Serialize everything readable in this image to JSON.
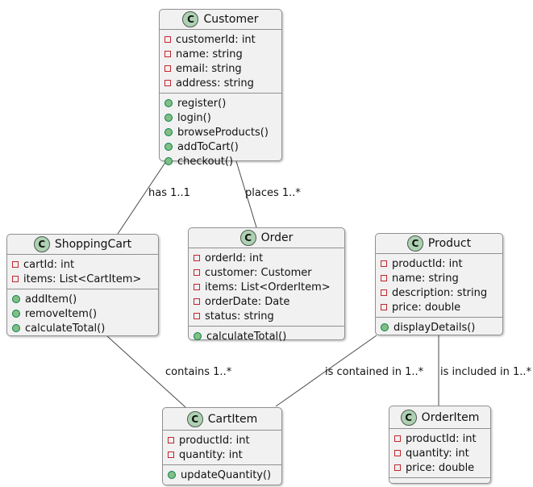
{
  "diagram": {
    "type": "uml-class-diagram",
    "background": "#ffffff",
    "colors": {
      "box_fill": "#f1f1f2",
      "box_border": "#8f8f8f",
      "class_badge_fill": "#add1b2",
      "class_badge_border": "#4d5a4d",
      "field_icon_color": "#c0262c",
      "method_icon_fill": "#84be84",
      "method_icon_border": "#038048",
      "edge_color": "#4a4a4a",
      "text_color": "#121212"
    },
    "icons": {
      "class_icon": "letter-C-in-green-circle",
      "field_icon": "red-outlined-square",
      "method_icon": "green-filled-circle"
    },
    "classes": [
      {
        "badge": "C",
        "name": "Customer",
        "attributes": [
          "customerId: int",
          "name: string",
          "email: string",
          "address: string"
        ],
        "methods": [
          "register()",
          "login()",
          "browseProducts()",
          "addToCart()",
          "checkout()"
        ]
      },
      {
        "badge": "C",
        "name": "ShoppingCart",
        "attributes": [
          "cartId: int",
          "items: List<CartItem>"
        ],
        "methods": [
          "addItem()",
          "removeItem()",
          "calculateTotal()"
        ]
      },
      {
        "badge": "C",
        "name": "Order",
        "attributes": [
          "orderId: int",
          "customer: Customer",
          "items: List<OrderItem>",
          "orderDate: Date",
          "status: string"
        ],
        "methods": [
          "calculateTotal()"
        ]
      },
      {
        "badge": "C",
        "name": "Product",
        "attributes": [
          "productId: int",
          "name: string",
          "description: string",
          "price: double"
        ],
        "methods": [
          "displayDetails()"
        ]
      },
      {
        "badge": "C",
        "name": "CartItem",
        "attributes": [
          "productId: int",
          "quantity: int"
        ],
        "methods": [
          "updateQuantity()"
        ]
      },
      {
        "badge": "C",
        "name": "OrderItem",
        "attributes": [
          "productId: int",
          "quantity: int",
          "price: double"
        ],
        "methods": []
      }
    ],
    "edges": [
      {
        "from": "Customer",
        "to": "ShoppingCart",
        "label": "has 1..1"
      },
      {
        "from": "Customer",
        "to": "Order",
        "label": "places 1..*"
      },
      {
        "from": "ShoppingCart",
        "to": "CartItem",
        "label": "contains 1..*"
      },
      {
        "from": "Product",
        "to": "CartItem",
        "label": "is contained in 1..*"
      },
      {
        "from": "Product",
        "to": "OrderItem",
        "label": "is included in 1..*"
      }
    ]
  }
}
